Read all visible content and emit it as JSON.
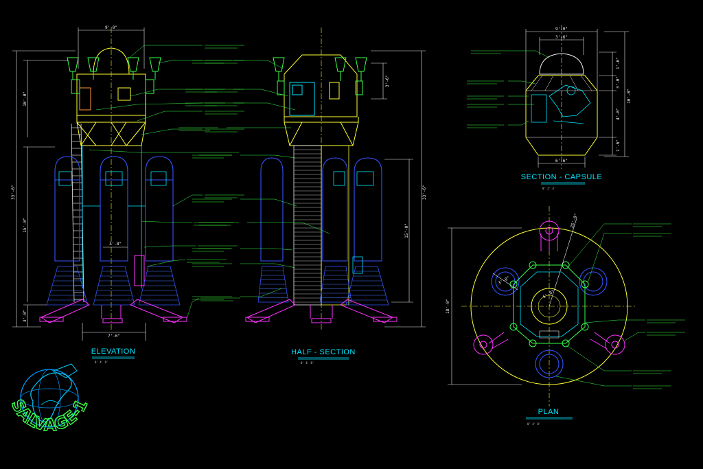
{
  "titles": {
    "elevation": "ELEVATION",
    "half_section": "HALF - SECTION",
    "section_capsule": "SECTION - CAPSULE",
    "plan": "PLAN"
  },
  "logo_text": "SALVAGE-1",
  "dimensions": {
    "elev_top_width": "9'-0\"",
    "elev_overall_height": "33'-6\"",
    "elev_capsule_height": "10'-0\"",
    "elev_tank_height": "15'-0\"",
    "elev_base_height": "3'-0\"",
    "elev_tank_dia": "3'-8\"",
    "elev_bottom_width": "7'-6\"",
    "sect_overall_height": "33'-6\"",
    "sect_tank_height": "15'-0\"",
    "sect_hatch_height": "3'-6\"",
    "cap_top_outer": "9'-0\"",
    "cap_top_inner": "3'-6\"",
    "cap_h1": "1'-6\"",
    "cap_h2": "3'-0\"",
    "cap_h3": "4'-0\"",
    "cap_h4": "1'-6\"",
    "cap_total": "10'-0\"",
    "cap_bottom": "6'-6\"",
    "plan_diameter": "18'-0\"",
    "plan_radius": "25'-0\"",
    "plan_tank_dia": "3'-8\"",
    "plan_center": "6'-0\""
  },
  "colors": {
    "background": "#000000",
    "structure": "#00e5ff",
    "frame": "#ffff33",
    "nozzle": "#39ff4a",
    "legs": "#ff33ff",
    "dimension": "#f0f0f0",
    "accent": "#ff9933",
    "blue_outline": "#3355ff"
  }
}
